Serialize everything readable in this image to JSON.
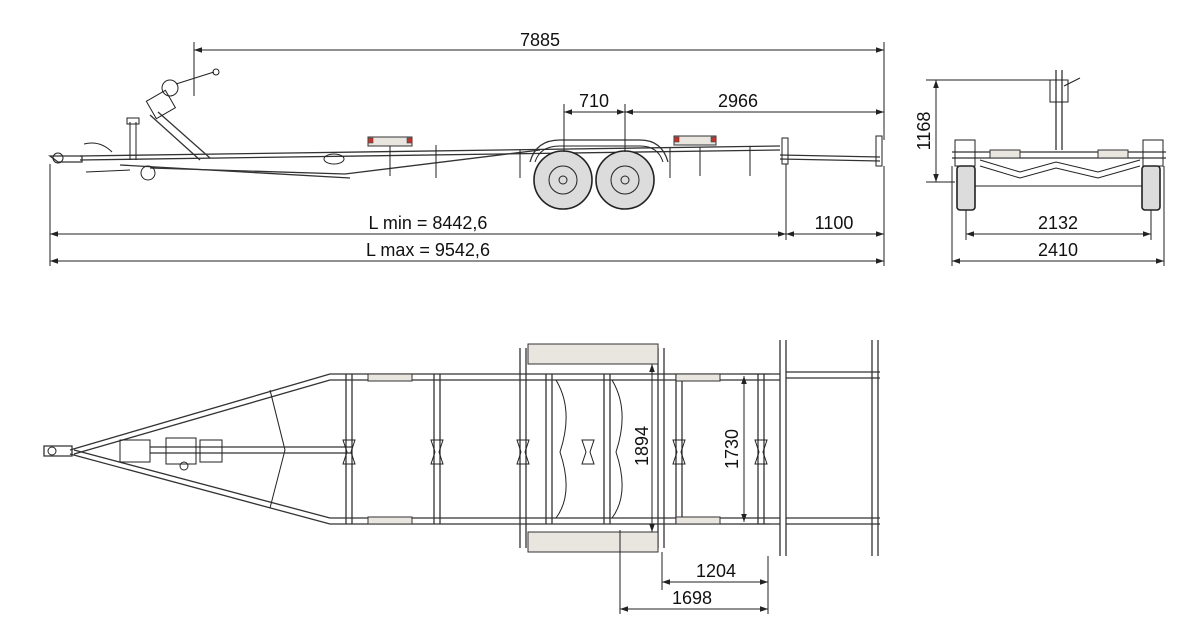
{
  "colors": {
    "background": "#ffffff",
    "line": "#222222",
    "pad_fill": "#e9e6e0",
    "pad_accent": "#c8322b"
  },
  "dimensions": {
    "overall_top": "7885",
    "axle_spacing": "710",
    "rear_overhang": "2966",
    "length_min": "L min = 8442,6",
    "length_max": "L max = 9542,6",
    "drawbar_extension": "1100",
    "height": "1168",
    "track_width": "2132",
    "overall_width": "2410",
    "bunk_spacing_outer": "1894",
    "bunk_spacing_inner": "1730",
    "rear_offset_1": "1204",
    "rear_offset_2": "1698"
  }
}
